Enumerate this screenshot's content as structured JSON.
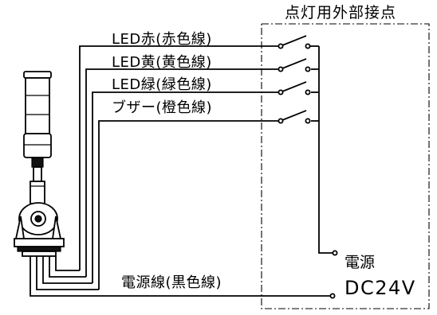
{
  "title": "点灯用外部接点",
  "wires": [
    {
      "id": "red",
      "label": "LED赤(赤色線)"
    },
    {
      "id": "yellow",
      "label": "LED黄(黄色線)"
    },
    {
      "id": "green",
      "label": "LED緑(緑色線)"
    },
    {
      "id": "orange",
      "label": "ブザー(橙色線)"
    },
    {
      "id": "black",
      "label": "電源線(黒色線)"
    }
  ],
  "power": {
    "label": "電源",
    "voltage": "DC24V"
  }
}
